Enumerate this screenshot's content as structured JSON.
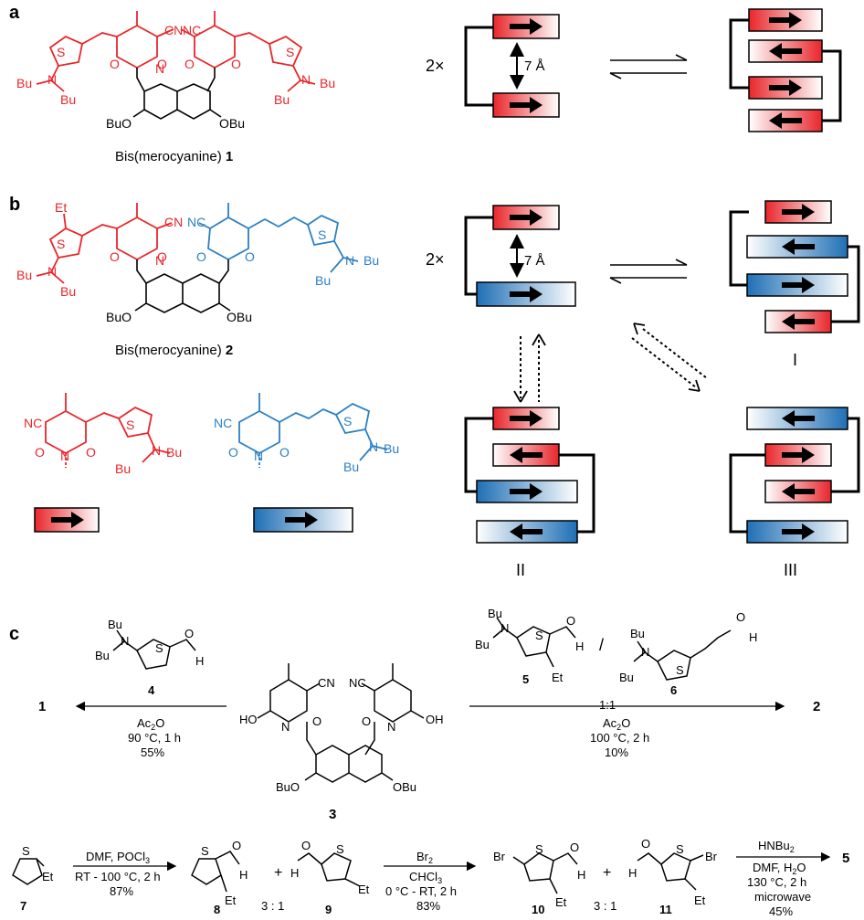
{
  "panels": {
    "a": "a",
    "b": "b",
    "c": "c"
  },
  "colors": {
    "red": "#e8262b",
    "blue": "#2b80c4",
    "dark_blue": "#1f6fb5",
    "black": "#000000"
  },
  "a": {
    "labels": {
      "cn_left": "CN",
      "cn_right": "NC",
      "s_left": "S",
      "s_right": "S",
      "n_left": "N",
      "n_right": "N",
      "n_imide": "N",
      "bu_left_1": "Bu",
      "bu_left_2": "Bu",
      "bu_right_1": "Bu",
      "bu_right_2": "Bu",
      "o1": "O",
      "o2": "O",
      "o3": "O",
      "o4": "O",
      "buo": "BuO",
      "obu": "OBu"
    },
    "caption_text": "Bis(merocyanine) ",
    "caption_num": "1",
    "mult": "2×",
    "distance": "7 Å"
  },
  "b": {
    "labels": {
      "et": "Et",
      "cn_left": "CN",
      "nc_blue": "NC",
      "s_red": "S",
      "s_blue": "S",
      "n_red": "N",
      "n_imide": "N",
      "n_blue": "N",
      "bu_red_1": "Bu",
      "bu_red_2": "Bu",
      "bu_blue_1": "Bu",
      "bu_blue_2": "Bu",
      "o1": "O",
      "o2": "O",
      "o3": "O",
      "o4": "O",
      "buo": "BuO",
      "obu": "OBu"
    },
    "caption_text": "Bis(merocyanine) ",
    "caption_num": "2",
    "mult": "2×",
    "distance": "7 Å",
    "stack_I": "I",
    "stack_II": "II",
    "stack_III": "III"
  },
  "legend": {
    "red": {
      "nc": "NC",
      "s": "S",
      "n": "N",
      "bu1": "Bu",
      "bu2": "Bu",
      "o1": "O",
      "o2": "O",
      "n_imide": "N"
    },
    "blue": {
      "nc": "NC",
      "s": "S",
      "n": "N",
      "bu1": "Bu",
      "bu2": "Bu",
      "o1": "O",
      "o2": "O",
      "n_imide": "N"
    }
  },
  "c": {
    "reagent4": {
      "bu1": "Bu",
      "bu2": "Bu",
      "n": "N",
      "s": "S",
      "o": "O",
      "h": "H",
      "num": "4"
    },
    "left_arrow": {
      "cond1": "Ac",
      "cond1_sub": "2",
      "cond1_tail": "O",
      "cond2": "90 °C, 1 h",
      "cond3": "55%"
    },
    "product1": "1",
    "center3": {
      "o1": "O",
      "o2": "O",
      "ho": "HO",
      "oh": "OH",
      "cn": "CN",
      "nc": "NC",
      "n1": "N",
      "n2": "N",
      "buo": "BuO",
      "obu": "OBu",
      "num": "3"
    },
    "reagent5": {
      "bu1": "Bu",
      "bu2": "Bu",
      "n": "N",
      "s": "S",
      "o": "O",
      "h": "H",
      "et": "Et",
      "num": "5"
    },
    "slash": "/",
    "reagent6": {
      "bu1": "Bu",
      "bu2": "Bu",
      "n": "N",
      "s": "S",
      "o": "O",
      "h": "H",
      "num": "6"
    },
    "right_arrow": {
      "ratio": "1:1",
      "cond1": "Ac",
      "cond1_sub": "2",
      "cond1_tail": "O",
      "cond2": "100 °C, 2 h",
      "cond3": "10%"
    },
    "product2": "2",
    "row2": {
      "c7": {
        "s": "S",
        "et": "Et",
        "num": "7"
      },
      "arrow1": {
        "top": "DMF, POCl",
        "top_sub": "3",
        "mid": "RT - 100 °C, 2 h",
        "bot": "87%"
      },
      "c8": {
        "s": "S",
        "o": "O",
        "h": "H",
        "et": "Et",
        "num": "8"
      },
      "plus1": "+",
      "ratio1": "3 : 1",
      "c9": {
        "s": "S",
        "o": "O",
        "h": "H",
        "et": "Et",
        "num": "9"
      },
      "arrow2": {
        "top": "Br",
        "top_sub": "2",
        "mid": "CHCl",
        "mid_sub": "3",
        "bot1": "0 °C - RT, 2 h",
        "bot2": "83%"
      },
      "c10": {
        "br": "Br",
        "s": "S",
        "o": "O",
        "h": "H",
        "et": "Et",
        "num": "10"
      },
      "plus2": "+",
      "ratio2": "3 : 1",
      "c11": {
        "br": "Br",
        "s": "S",
        "o": "O",
        "h": "H",
        "et": "Et",
        "num": "11"
      },
      "arrow3": {
        "top": "HNBu",
        "top_sub": "2",
        "mid": "DMF, H",
        "mid_sub": "2",
        "mid_tail": "O",
        "bot1": "130 °C, 2 h",
        "bot2": "microwave",
        "bot3": "45%"
      },
      "product5": "5"
    }
  }
}
